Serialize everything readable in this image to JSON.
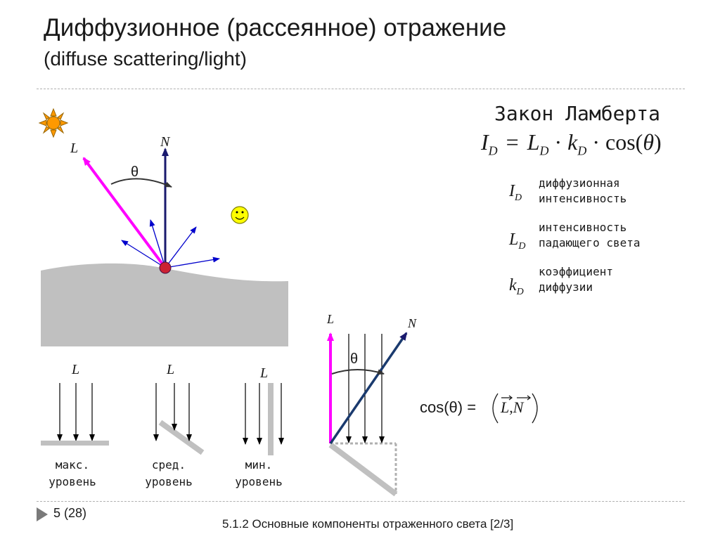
{
  "header": {
    "title_line1": "Диффузионное (рассеянное) отражение",
    "title_line2": "(diffuse scattering/light)"
  },
  "lambert": {
    "title": "Закон Ламберта",
    "formula": {
      "I": "I",
      "I_sub": "D",
      "eq": "=",
      "L": "L",
      "L_sub": "D",
      "dot1": "·",
      "k": "k",
      "k_sub": "D",
      "dot2": "·",
      "cos": "cos(",
      "theta": "θ",
      "close": ")"
    },
    "legend": [
      {
        "symbol": "I",
        "sub": "D",
        "text_line1": "диффузионная",
        "text_line2": "интенсивность"
      },
      {
        "symbol": "L",
        "sub": "D",
        "text_line1": "интенсивность",
        "text_line2": "падающего света"
      },
      {
        "symbol": "k",
        "sub": "D",
        "text_line1": "коэффициент",
        "text_line2": "диффузии"
      }
    ]
  },
  "diagram_main": {
    "label_L": "L",
    "label_N": "N",
    "label_theta": "θ"
  },
  "levels": [
    {
      "label": "L",
      "text": "макс.\nуровень"
    },
    {
      "label": "L",
      "text": "сред.\nуровень"
    },
    {
      "label": "L",
      "text": "мин.\nуровень"
    }
  ],
  "diagram_right": {
    "label_L": "L",
    "label_N": "N",
    "label_theta": "θ"
  },
  "cos_formula": {
    "lhs": "cos(θ)",
    "eq": "=",
    "L": "L",
    "comma": ",",
    "N": "N"
  },
  "footer": {
    "slide_number": "5 (28)",
    "section": "5.1.2 Основные компоненты отраженного света  [2/3]"
  },
  "colors": {
    "incident_ray": "#ff00ff",
    "normal": "#1a1a6e",
    "scatter_rays": "#0000cc",
    "surface": "#c0c0c0",
    "sun": "#ff9900",
    "smiley": "#ffff00",
    "rule": "#b0b0b0"
  },
  "icons": [
    "sun-icon",
    "smiley-icon",
    "nav-triangle-icon"
  ]
}
